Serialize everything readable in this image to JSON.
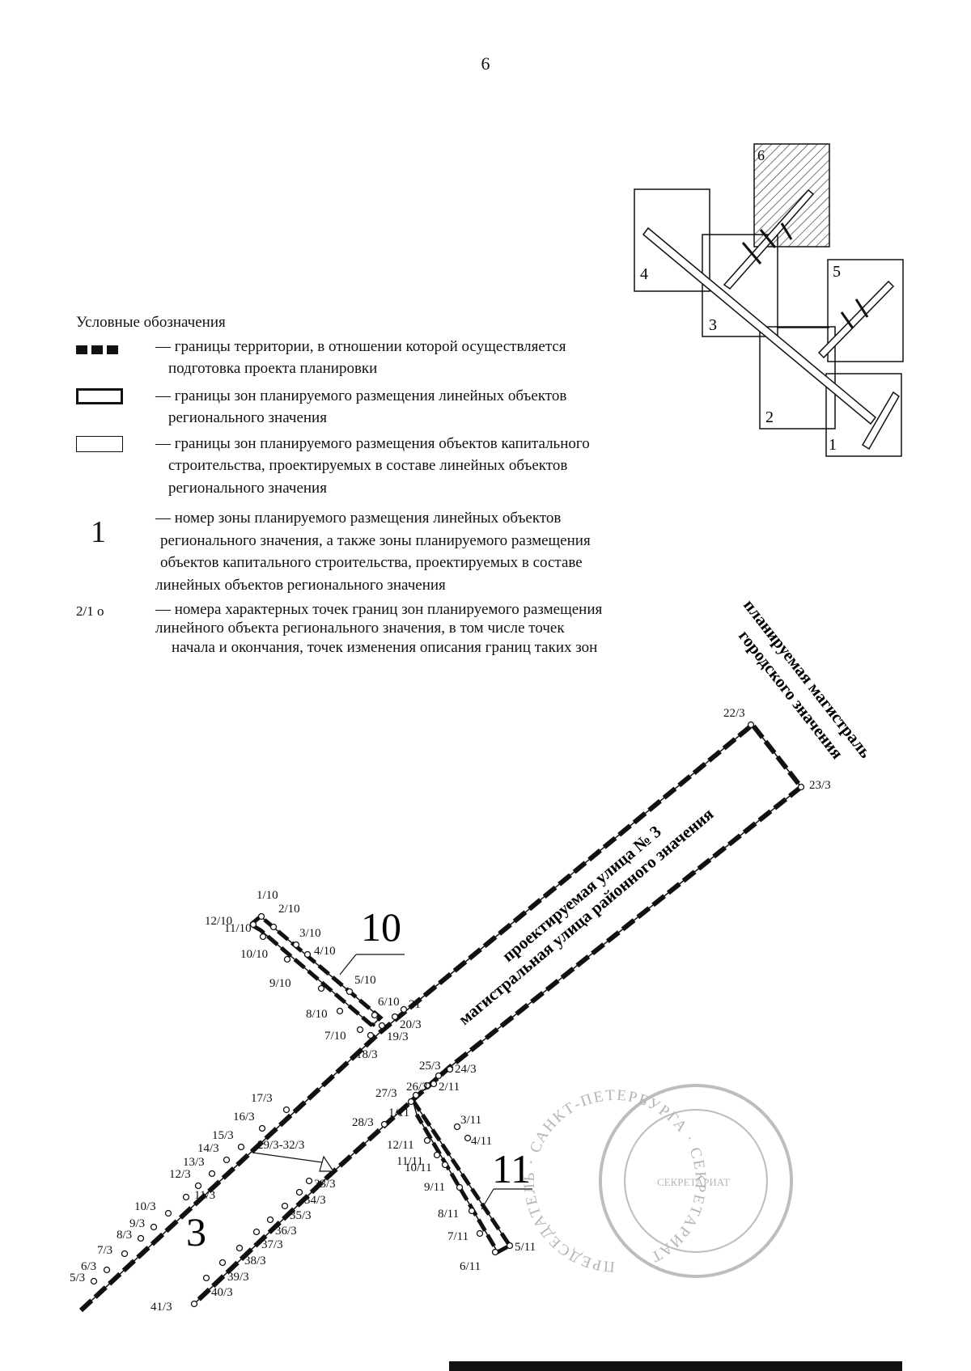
{
  "page_number": "6",
  "key_map": {
    "labels": [
      "1",
      "2",
      "3",
      "4",
      "5",
      "6"
    ]
  },
  "legend": {
    "title": "Условные обозначения",
    "items": [
      {
        "symbol": "dashed-boundary",
        "lines": [
          "— границы территории, в отношении которой осуществляется",
          "подготовка проекта планировки"
        ]
      },
      {
        "symbol": "thick-rectangle",
        "lines": [
          "— границы зон планируемого размещения линейных объектов",
          "регионального значения"
        ]
      },
      {
        "symbol": "thin-rectangle",
        "lines": [
          "— границы зон планируемого размещения объектов капитального",
          "строительства, проектируемых в составе линейных объектов",
          "регионального значения"
        ]
      },
      {
        "symbol": "zone-number",
        "symbol_text": "1",
        "lines": [
          "— номер зоны планируемого размещения линейных объектов",
          "регионального значения, а также зоны планируемого размещения",
          "объектов капитального строительства, проектируемых в составе",
          "линейных объектов регионального значения"
        ]
      },
      {
        "symbol": "point-label",
        "symbol_text": "2/1 o",
        "lines": [
          "— номера характерных точек границ зон планируемого размещения",
          "линейного объекта регионального значения, в том числе точек",
          "начала и окончания, точек изменения описания границ таких зон"
        ]
      }
    ]
  },
  "map": {
    "street_labels": {
      "main_line1": "проектируемая улица № 3",
      "main_line2": "магистральная улица районного значения",
      "arterial_line1": "планируемая магистраль",
      "arterial_line2": "городского значения"
    },
    "zone_numbers": [
      "10",
      "11",
      "3"
    ],
    "point_labels": [
      "1/10",
      "2/10",
      "3/10",
      "4/10",
      "5/10",
      "6/10",
      "7/10",
      "8/10",
      "9/10",
      "10/10",
      "11/10",
      "12/10",
      "21",
      "20/3",
      "19/3",
      "18/3",
      "17/3",
      "16/3",
      "15/3",
      "14/3",
      "13/3",
      "12/3",
      "11/3",
      "10/3",
      "9/3",
      "8/3",
      "7/3",
      "6/3",
      "5/3",
      "22/3",
      "23/3",
      "24/3",
      "25/3",
      "26/3",
      "27/3",
      "28/3",
      "29/3-32/3",
      "33/3",
      "34/3",
      "35/3",
      "36/3",
      "37/3",
      "38/3",
      "39/3",
      "40/3",
      "41/3",
      "1/11",
      "2/11",
      "3/11",
      "4/11",
      "5/11",
      "6/11",
      "7/11",
      "8/11",
      "9/11",
      "10/11",
      "11/11",
      "12/11"
    ],
    "stamp_text": "ПРЕДСЕДАТЕЛЬ · САНКТ-ПЕТЕРБУРГА · СЕКРЕТАРИАТ"
  },
  "colors": {
    "ink": "#111111",
    "hatch": "#555555",
    "stamp": "#888888"
  }
}
